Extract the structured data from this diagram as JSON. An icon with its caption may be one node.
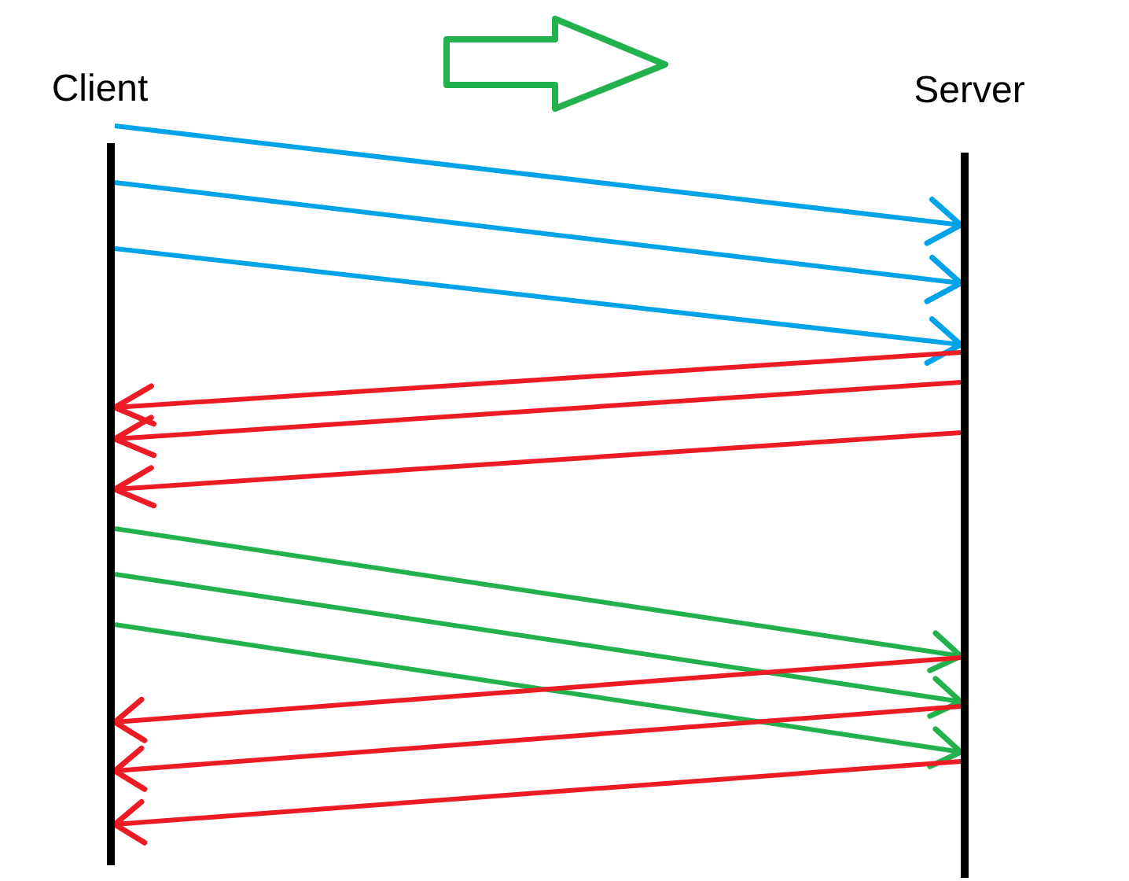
{
  "diagram": {
    "nodes": [
      {
        "text": [],
        "shape": "bar",
        "beside": [
          "Client"
        ]
      },
      {
        "text": [],
        "shape": "bar",
        "beside": [
          "Server"
        ]
      }
    ],
    "edges": [
      {
        "from": 0,
        "to": 1,
        "arrow": "to",
        "color": "#00a2e8"
      },
      {
        "from": 0,
        "to": 1,
        "arrow": "to",
        "color": "#00a2e8"
      },
      {
        "from": 0,
        "to": 1,
        "arrow": "to",
        "color": "#00a2e8"
      },
      {
        "from": 1,
        "to": 0,
        "arrow": "to"
      },
      {
        "from": 1,
        "to": 0,
        "arrow": "to"
      },
      {
        "from": 1,
        "to": 0,
        "arrow": "to"
      },
      {
        "from": 0,
        "to": 1,
        "arrow": "to",
        "color": "#22b14c"
      },
      {
        "from": 0,
        "to": 1,
        "arrow": "to",
        "color": "#22b14c"
      },
      {
        "from": 0,
        "to": 1,
        "arrow": "to",
        "color": "#22b14c"
      },
      {
        "from": 1,
        "to": 0,
        "arrow": "to"
      },
      {
        "from": 1,
        "to": 0,
        "arrow": "to"
      },
      {
        "from": 1,
        "to": 0,
        "arrow": "to"
      }
    ]
  }
}
